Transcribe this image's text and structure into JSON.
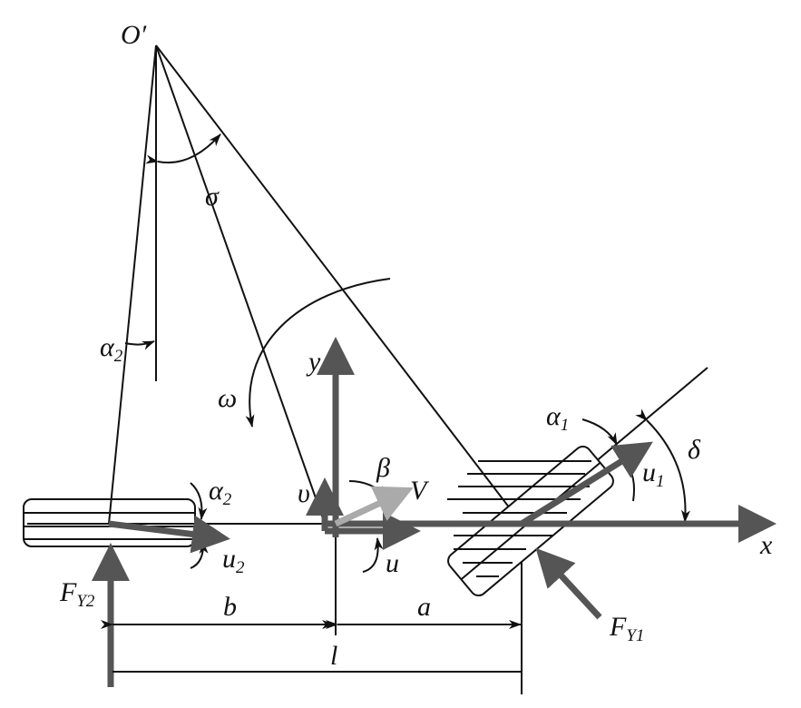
{
  "labels": {
    "pivot": "O′",
    "sigma": "σ",
    "alpha2_top": {
      "base": "α",
      "sub": "2"
    },
    "omega": "ω",
    "y_axis": "y",
    "x_axis": "x",
    "alpha1": {
      "base": "α",
      "sub": "1"
    },
    "delta": "δ",
    "u1": {
      "base": "u",
      "sub": "1"
    },
    "beta": "β",
    "V": "V",
    "v": "υ",
    "alpha2_wheel": {
      "base": "α",
      "sub": "2"
    },
    "u2": {
      "base": "u",
      "sub": "2"
    },
    "u": "u",
    "FY2": {
      "base": "F",
      "sub": "Y2"
    },
    "FY1": {
      "base": "F",
      "sub": "Y1"
    },
    "b": "b",
    "a": "a",
    "l": "l"
  },
  "colors": {
    "force": "#555555",
    "velocity": "#aaaaaa",
    "line": "#111111"
  }
}
